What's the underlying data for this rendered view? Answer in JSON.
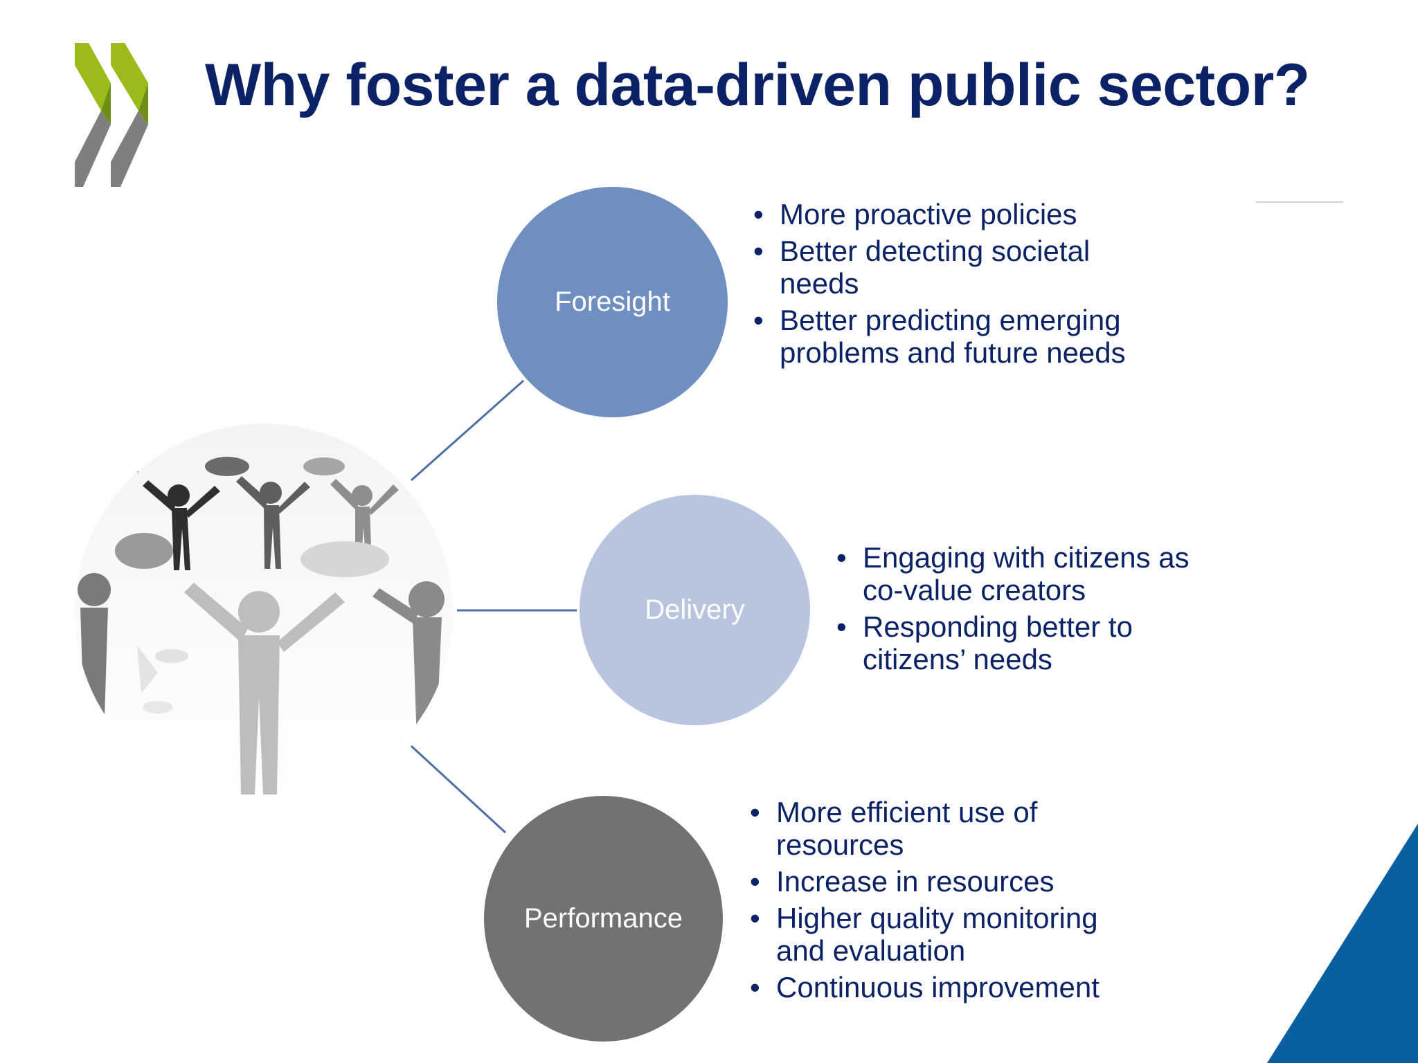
{
  "slide": {
    "title": "Why foster a data-driven public sector?"
  },
  "brand_colors": {
    "logo_green": "#9bbb1b",
    "logo_grey": "#7f7f7f",
    "title_navy": "#0b2266",
    "connector_blue": "#4d6fa3",
    "corner_blue": "#0a5fa0"
  },
  "diagram": {
    "nodes": [
      {
        "label": "Foresight",
        "color": "#6e8fc0",
        "bullets": [
          "More proactive policies",
          "Better detecting societal needs",
          "Better predicting emerging problems and future needs"
        ]
      },
      {
        "label": "Delivery",
        "color": "#b9c5df",
        "bullets": [
          "Engaging with citizens as co-value creators",
          "Responding better to citizens’ needs"
        ]
      },
      {
        "label": "Performance",
        "color": "#737173",
        "bullets": [
          "More efficient use of resources",
          "Increase in resources",
          "Higher quality monitoring and evaluation",
          "Continuous improvement"
        ]
      }
    ]
  },
  "icons": {
    "logo": "chevron-pair-logo-icon",
    "illustration": "people-circle-illustration-icon"
  }
}
